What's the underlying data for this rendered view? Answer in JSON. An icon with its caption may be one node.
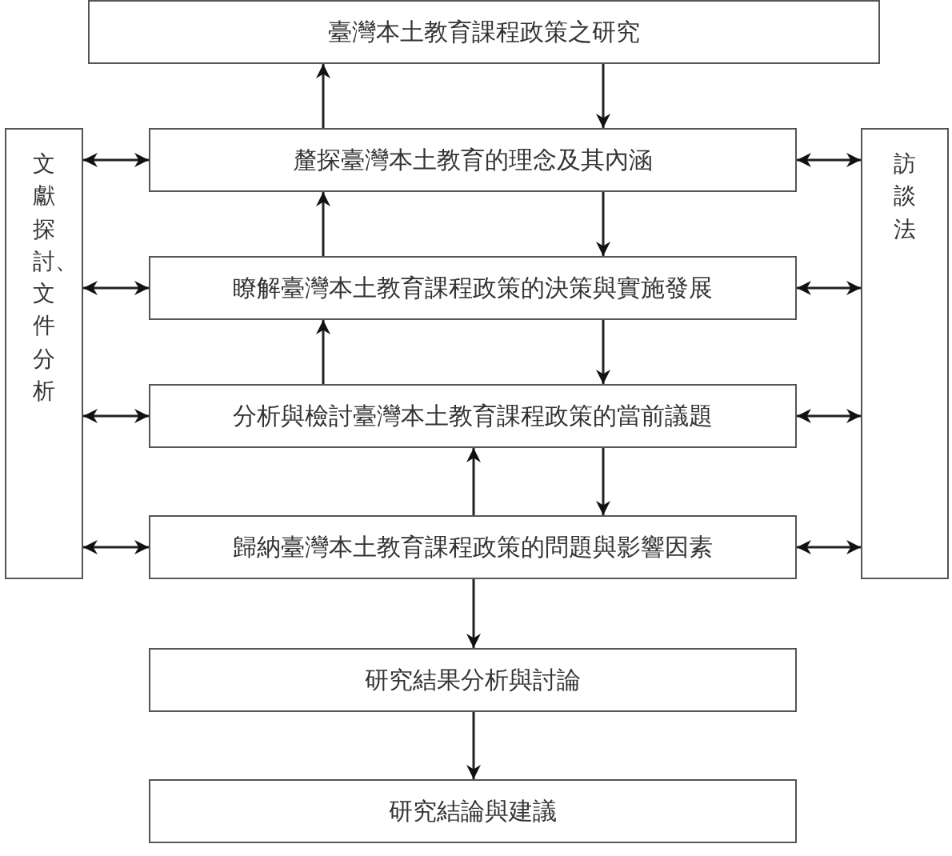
{
  "diagram": {
    "nodes": [
      {
        "text": [
          "臺灣本土教育課程政策之研究"
        ]
      },
      {
        "text": [
          "釐探臺灣本土教育的理念及其內涵"
        ]
      },
      {
        "text": [
          "瞭解臺灣本土教育課程政策的決策與實施發展"
        ]
      },
      {
        "text": [
          "分析與檢討臺灣本土教育課程政策的當前議題"
        ]
      },
      {
        "text": [
          "歸納臺灣本土教育課程政策的問題與影響因素"
        ]
      },
      {
        "text": [
          "研究結果分析與討論"
        ]
      },
      {
        "text": [
          "研究結論與建議"
        ]
      },
      {
        "text": [
          "文獻探討、文件分析"
        ]
      },
      {
        "text": [
          "訪談法"
        ]
      }
    ],
    "edges": [
      {
        "from": 1,
        "to": 0,
        "arrow": "to"
      },
      {
        "from": 0,
        "to": 1,
        "arrow": "to"
      },
      {
        "from": 2,
        "to": 1,
        "arrow": "to"
      },
      {
        "from": 1,
        "to": 2,
        "arrow": "to"
      },
      {
        "from": 3,
        "to": 2,
        "arrow": "to"
      },
      {
        "from": 2,
        "to": 3,
        "arrow": "to"
      },
      {
        "from": 4,
        "to": 3,
        "arrow": "to"
      },
      {
        "from": 3,
        "to": 4,
        "arrow": "to"
      },
      {
        "from": 4,
        "to": 5,
        "arrow": "to"
      },
      {
        "from": 5,
        "to": 6,
        "arrow": "to"
      },
      {
        "from": 7,
        "to": 1,
        "arrow": "both"
      },
      {
        "from": 7,
        "to": 2,
        "arrow": "both"
      },
      {
        "from": 7,
        "to": 3,
        "arrow": "both"
      },
      {
        "from": 7,
        "to": 4,
        "arrow": "both"
      },
      {
        "from": 8,
        "to": 1,
        "arrow": "both"
      },
      {
        "from": 8,
        "to": 2,
        "arrow": "both"
      },
      {
        "from": 8,
        "to": 3,
        "arrow": "both"
      },
      {
        "from": 8,
        "to": 4,
        "arrow": "both"
      }
    ]
  }
}
